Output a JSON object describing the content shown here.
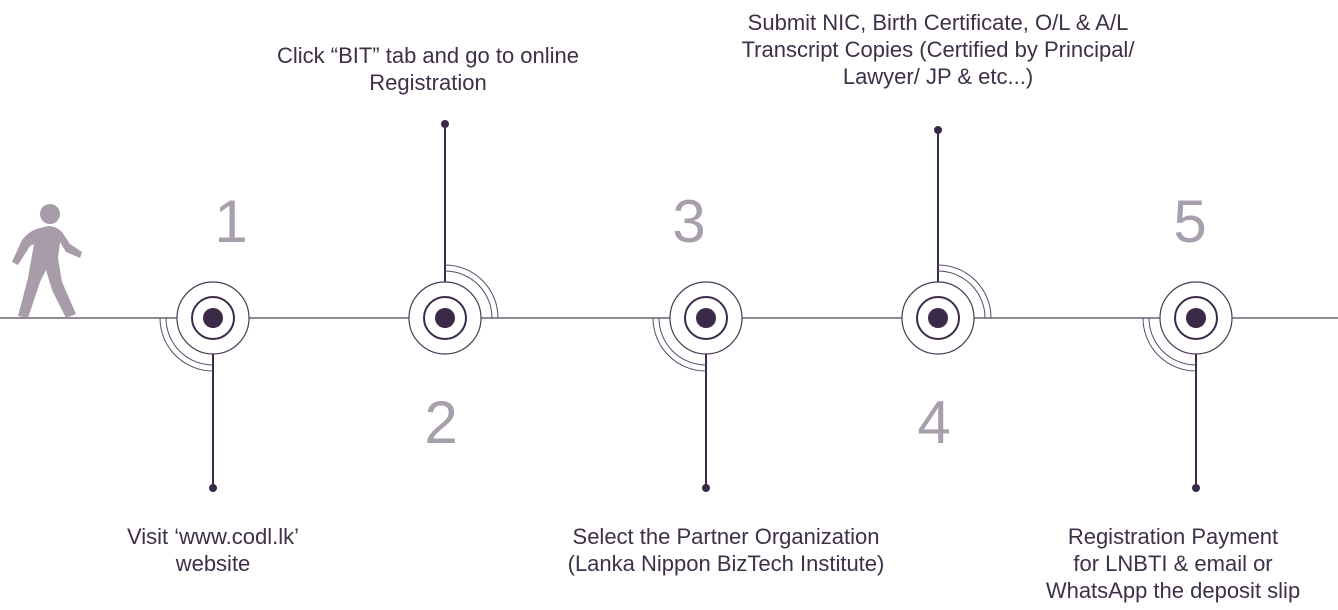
{
  "steps": [
    {
      "number": "1",
      "text_line1": "Visit ‘www.codl.lk’",
      "text_line2": "website",
      "text_line3": ""
    },
    {
      "number": "2",
      "text_line1": "Click “BIT” tab and go to online",
      "text_line2": "Registration",
      "text_line3": ""
    },
    {
      "number": "3",
      "text_line1": "Select the Partner Organization",
      "text_line2": "(Lanka Nippon BizTech Institute)",
      "text_line3": ""
    },
    {
      "number": "4",
      "text_line1": "Submit NIC, Birth Certificate, O/L & A/L",
      "text_line2": "Transcript Copies (Certified by Principal/",
      "text_line3": "Lawyer/ JP & etc...)"
    },
    {
      "number": "5",
      "text_line1": "Registration Payment",
      "text_line2": "for LNBTI & email or",
      "text_line3": "WhatsApp the deposit slip"
    }
  ],
  "icons": {
    "walker": "walking-person-icon",
    "node": "target-node-icon"
  },
  "colors": {
    "line": "#6b6470",
    "node": "#3a2a48",
    "number": "#a79fac",
    "walker": "#a89ca8"
  }
}
